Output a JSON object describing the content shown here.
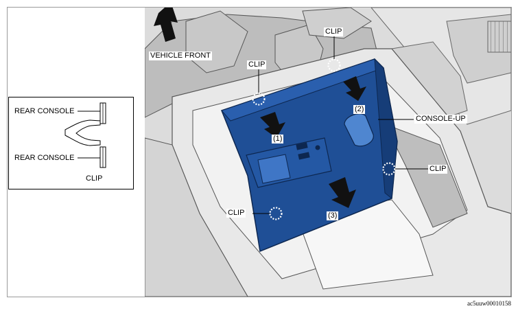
{
  "labels": {
    "vehicle_front": "VEHICLE FRONT",
    "clip": "CLIP",
    "console_up": "CONSOLE-UP",
    "step1": "(1)",
    "step2": "(2)",
    "step3": "(3)"
  },
  "inset": {
    "rear_console_top": "REAR CONSOLE",
    "rear_console_bottom": "REAR CONSOLE",
    "clip": "CLIP"
  },
  "reference_code": "ac5uuw00010158",
  "colors": {
    "panel_blue": "#1f4f96",
    "panel_blue_dark": "#163d78",
    "console_gray": "#d9d9d9",
    "frame_border": "#9a9a9a"
  }
}
